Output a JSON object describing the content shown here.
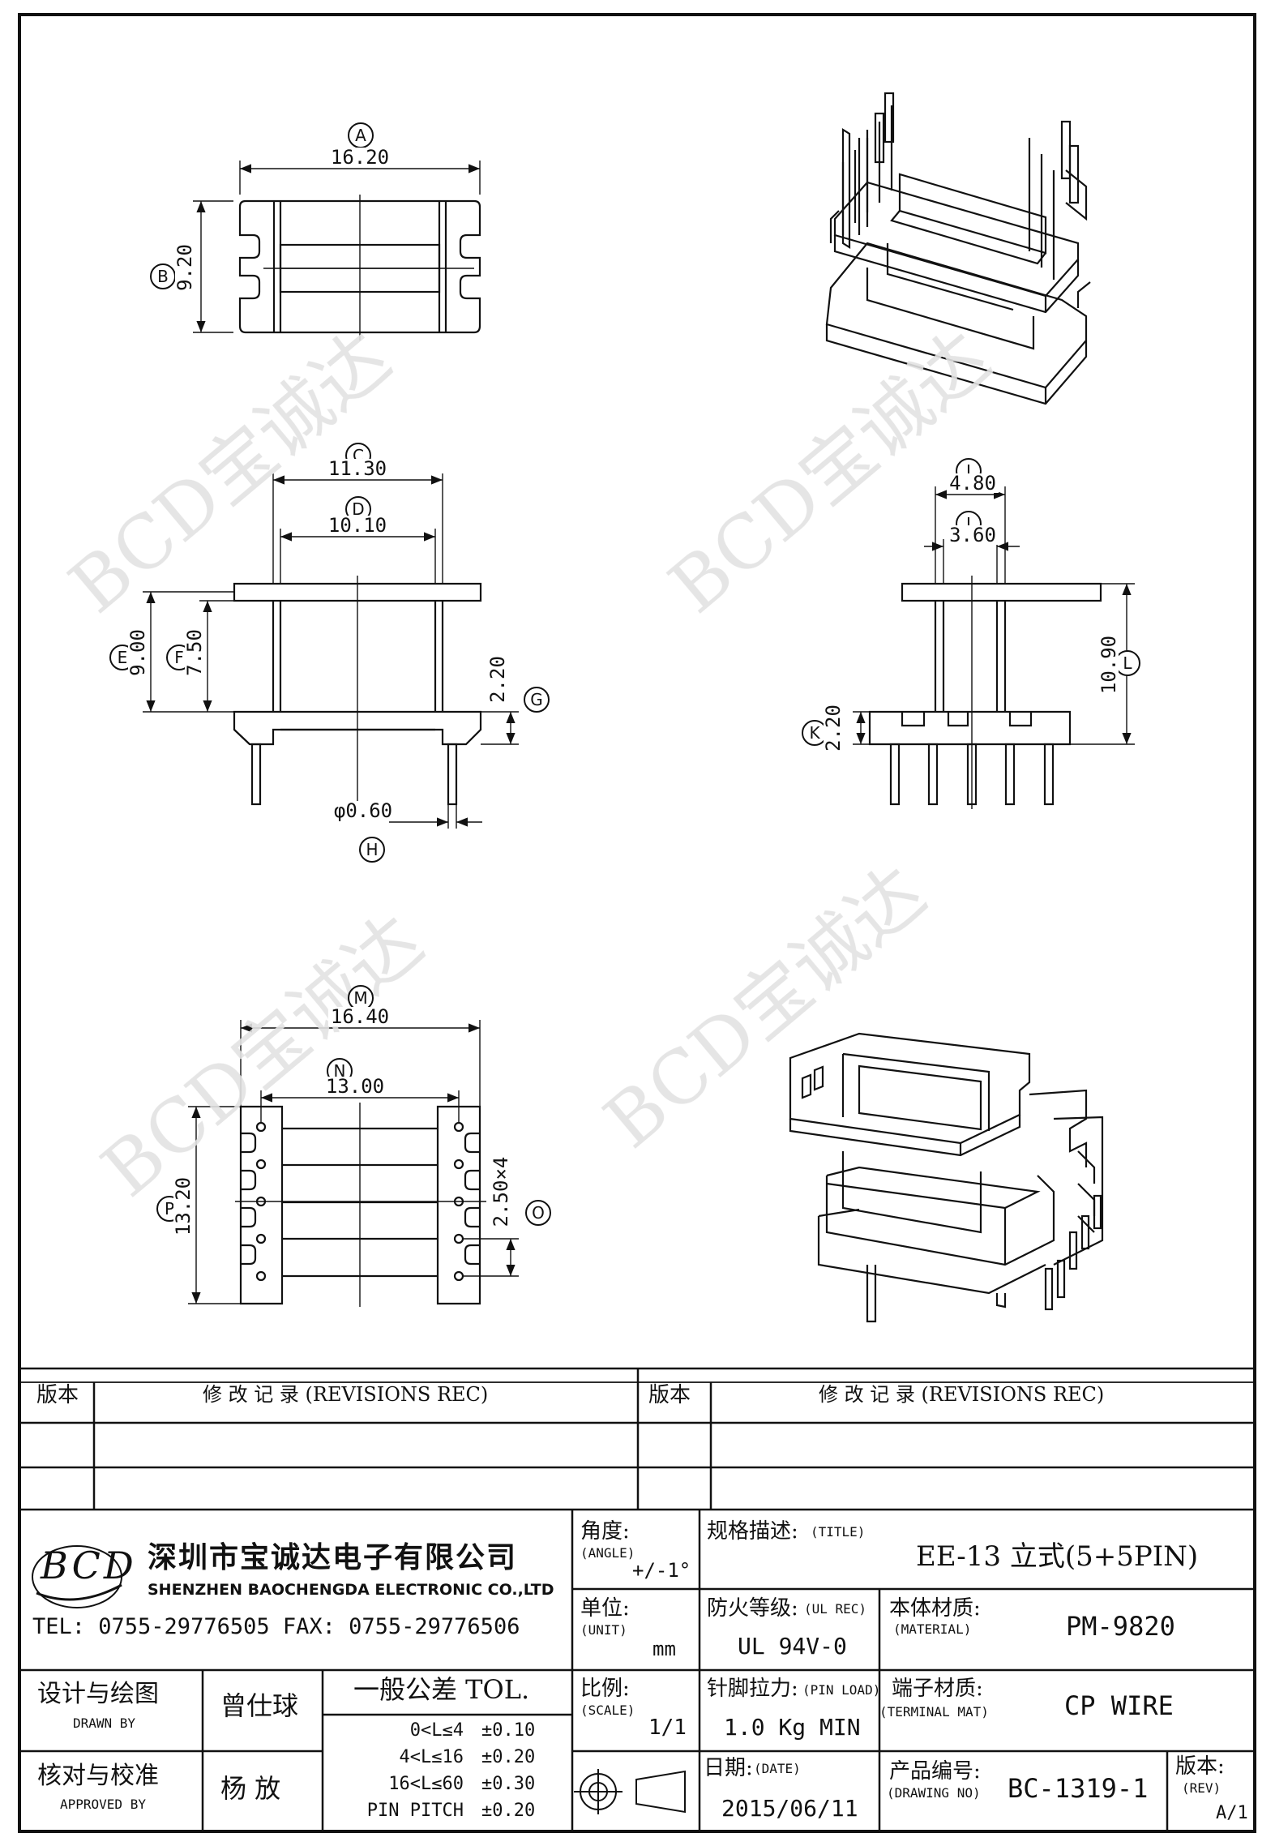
{
  "dims": {
    "A": {
      "letter": "A",
      "value": "16.20"
    },
    "B": {
      "letter": "B",
      "value": "9.20"
    },
    "C": {
      "letter": "C",
      "value": "11.30"
    },
    "D": {
      "letter": "D",
      "value": "10.10"
    },
    "E": {
      "letter": "E",
      "value": "9.00"
    },
    "F": {
      "letter": "F",
      "value": "7.50"
    },
    "G": {
      "letter": "G",
      "value": "2.20"
    },
    "H": {
      "letter": "H",
      "value": "φ0.60"
    },
    "I": {
      "letter": "I",
      "value": "4.80"
    },
    "J": {
      "letter": "J",
      "value": "3.60"
    },
    "K": {
      "letter": "K",
      "value": "2.20"
    },
    "L": {
      "letter": "L",
      "value": "10.90"
    },
    "M": {
      "letter": "M",
      "value": "16.40"
    },
    "N": {
      "letter": "N",
      "value": "13.00"
    },
    "O": {
      "letter": "O",
      "value": "2.50×4"
    },
    "P": {
      "letter": "P",
      "value": "13.20"
    }
  },
  "revisions": {
    "ver_label": "版本",
    "rec_label": "修  改  记  录  (REVISIONS REC)"
  },
  "company": {
    "logo_text": "BCD",
    "name_cn": "深圳市宝诚达电子有限公司",
    "name_en": "SHENZHEN BAOCHENGDA ELECTRONIC CO.,LTD",
    "contact": "TEL: 0755-29776505  FAX: 0755-29776506"
  },
  "title_block": {
    "angle_label": "角度:",
    "angle_en": "(ANGLE)",
    "angle_value": "+/-1°",
    "title_label": "规格描述:",
    "title_en": "(TITLE)",
    "title_value": "EE-13 立式(5+5PIN)",
    "unit_label": "单位:",
    "unit_en": "(UNIT)",
    "unit_value": "mm",
    "ul_label": "防火等级:",
    "ul_en": "(UL REC)",
    "ul_value": "UL 94V-0",
    "material_label": "本体材质:",
    "material_en": "(MATERIAL)",
    "material_value": "PM-9820",
    "designer_label": "设计与绘图",
    "designer_en": "DRAWN BY",
    "designer_value": "曾仕球",
    "tol_title": "一般公差 TOL.",
    "tol_rows": [
      {
        "range": "0<L≤4",
        "val": "±0.10"
      },
      {
        "range": "4<L≤16",
        "val": "±0.20"
      },
      {
        "range": "16<L≤60",
        "val": "±0.30"
      },
      {
        "range": "PIN PITCH",
        "val": "±0.20"
      }
    ],
    "scale_label": "比例:",
    "scale_en": "(SCALE)",
    "scale_value": "1/1",
    "pin_label": "针脚拉力:",
    "pin_en": "(PIN LOAD)",
    "pin_value": "1.0 Kg MIN",
    "terminal_label": "端子材质:",
    "terminal_en": "(TERMINAL MAT)",
    "terminal_value": "CP WIRE",
    "approver_label": "核对与校准",
    "approver_en": "APPROVED BY",
    "approver_value": "杨  放",
    "date_label": "日期:",
    "date_en": "(DATE)",
    "date_value": "2015/06/11",
    "drawing_label": "产品编号:",
    "drawing_en": "(DRAWING NO)",
    "drawing_value": "BC-1319-1",
    "rev_label": "版本:",
    "rev_en": "(REV)",
    "rev_value": "A/1"
  },
  "watermark": "BCD宝诚达"
}
